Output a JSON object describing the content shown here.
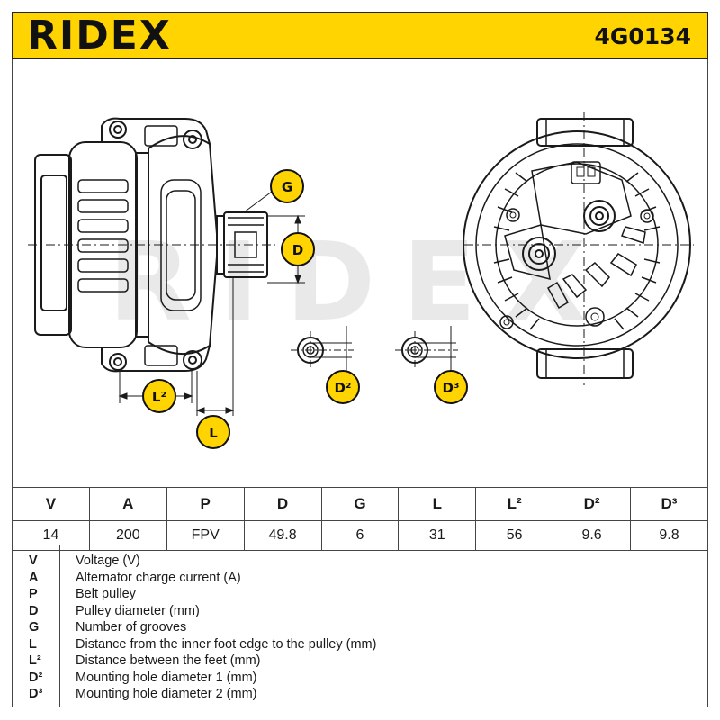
{
  "header": {
    "brand": "RIDEX",
    "part_number": "4G0134"
  },
  "callouts": {
    "g": "G",
    "d": "D",
    "l2": "L²",
    "l": "L",
    "d2": "D²",
    "d3": "D³"
  },
  "watermark": "RIDEX",
  "specs": {
    "headers": [
      "V",
      "A",
      "P",
      "D",
      "G",
      "L",
      "L²",
      "D²",
      "D³"
    ],
    "values": [
      "14",
      "200",
      "FPV",
      "49.8",
      "6",
      "31",
      "56",
      "9.6",
      "9.8"
    ]
  },
  "legend": [
    {
      "code": "V",
      "text": "Voltage (V)"
    },
    {
      "code": "A",
      "text": "Alternator charge current (A)"
    },
    {
      "code": "P",
      "text": "Belt pulley"
    },
    {
      "code": "D",
      "text": "Pulley diameter (mm)"
    },
    {
      "code": "G",
      "text": "Number of grooves"
    },
    {
      "code": "L",
      "text": "Distance from the inner foot edge to the pulley (mm)"
    },
    {
      "code": "L²",
      "text": "Distance between the feet (mm)"
    },
    {
      "code": "D²",
      "text": "Mounting hole diameter 1 (mm)"
    },
    {
      "code": "D³",
      "text": "Mounting hole diameter 2 (mm)"
    }
  ],
  "colors": {
    "header_bg": "#ffd400",
    "callout_bg": "#ffd400",
    "line": "#1a1a1a"
  }
}
